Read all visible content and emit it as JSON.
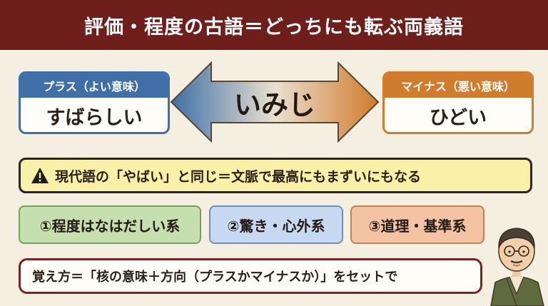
{
  "header": {
    "title": "評価・程度の古語＝どっちにも転ぶ両義語"
  },
  "plus_card": {
    "label": "プラス（よい意味）",
    "word": "すばらしい"
  },
  "minus_card": {
    "label": "マイナス（悪い意味）",
    "word": "ひどい"
  },
  "center_word": "いみじ",
  "warning": {
    "icon": "warning-icon",
    "text": "現代語の「やばい」と同じ＝文脈で最高にもまずいにもなる"
  },
  "categories": [
    {
      "label": "①程度はなはだしい系"
    },
    {
      "label": "②驚き・心外系"
    },
    {
      "label": "③道理・基準系"
    }
  ],
  "memo": {
    "text": "覚え方＝「核の意味＋方向（プラスかマイナスか）」をセットで"
  },
  "colors": {
    "header_bg": "#6e1f1b",
    "plus": "#3f6fa6",
    "minus": "#d17b2c",
    "warning_bg": "#fbf0a8",
    "cat1_bg": "#c5dfae",
    "cat2_bg": "#c7d9f0",
    "cat3_bg": "#f3c3a3"
  }
}
